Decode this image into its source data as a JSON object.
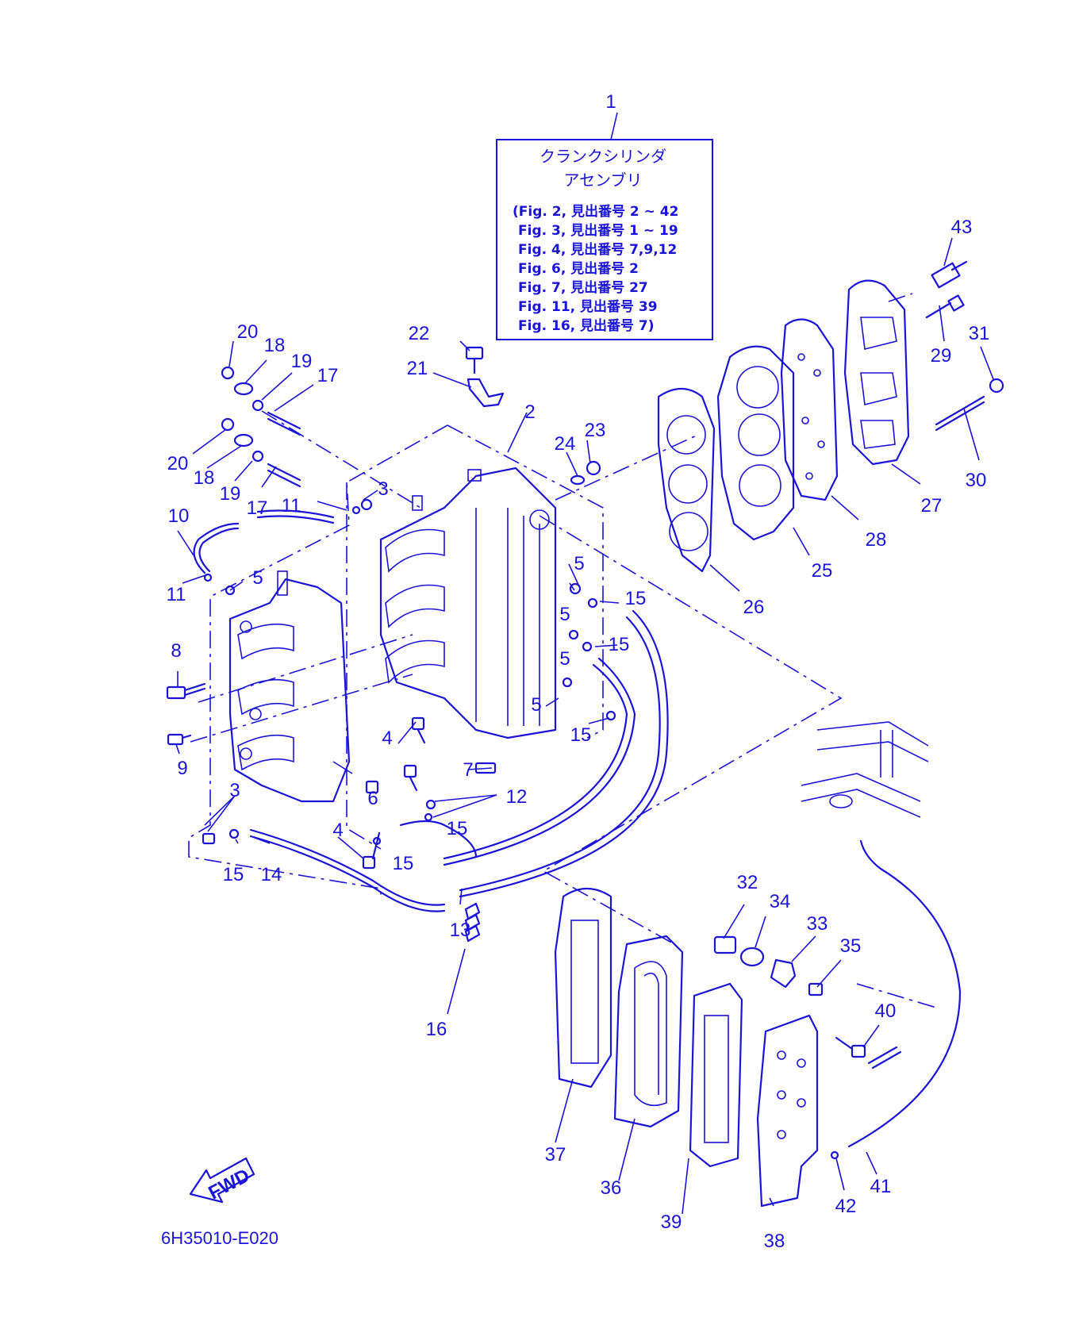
{
  "assembly_box": {
    "callout": "1",
    "title_line1": "クランクシリンダ",
    "title_line2": "アセンブリ",
    "refs": [
      "(Fig. 2, 見出番号 2 ~ 42",
      "Fig. 3, 見出番号 1 ~ 19",
      "Fig. 4, 見出番号 7,9,12",
      "Fig. 6, 見出番号 2",
      "Fig. 7, 見出番号 27",
      "Fig. 11, 見出番号 39",
      "Fig. 16, 見出番号 7)"
    ]
  },
  "callouts": {
    "c2": "2",
    "c3a": "3",
    "c3b": "3",
    "c4a": "4",
    "c4b": "4",
    "c5a": "5",
    "c5b": "5",
    "c5c": "5",
    "c5d": "5",
    "c5e": "5",
    "c6": "6",
    "c7": "7",
    "c8": "8",
    "c9": "9",
    "c10": "10",
    "c11a": "11",
    "c11b": "11",
    "c12": "12",
    "c13": "13",
    "c14": "14",
    "c15a": "15",
    "c15b": "15",
    "c15c": "15",
    "c15d": "15",
    "c15e": "15",
    "c15f": "15",
    "c16": "16",
    "c17a": "17",
    "c17b": "17",
    "c18a": "18",
    "c18b": "18",
    "c19a": "19",
    "c19b": "19",
    "c20a": "20",
    "c20b": "20",
    "c21": "21",
    "c22": "22",
    "c23": "23",
    "c24": "24",
    "c25": "25",
    "c26": "26",
    "c27": "27",
    "c28": "28",
    "c29": "29",
    "c30": "30",
    "c31": "31",
    "c32": "32",
    "c33": "33",
    "c34": "34",
    "c35": "35",
    "c36": "36",
    "c37": "37",
    "c38": "38",
    "c39": "39",
    "c40": "40",
    "c41": "41",
    "c42": "42",
    "c43": "43"
  },
  "fwd_label": "FWD",
  "drawing_code": "6H35010-E020",
  "colors": {
    "line": "#1a14d8",
    "background": "#ffffff"
  }
}
